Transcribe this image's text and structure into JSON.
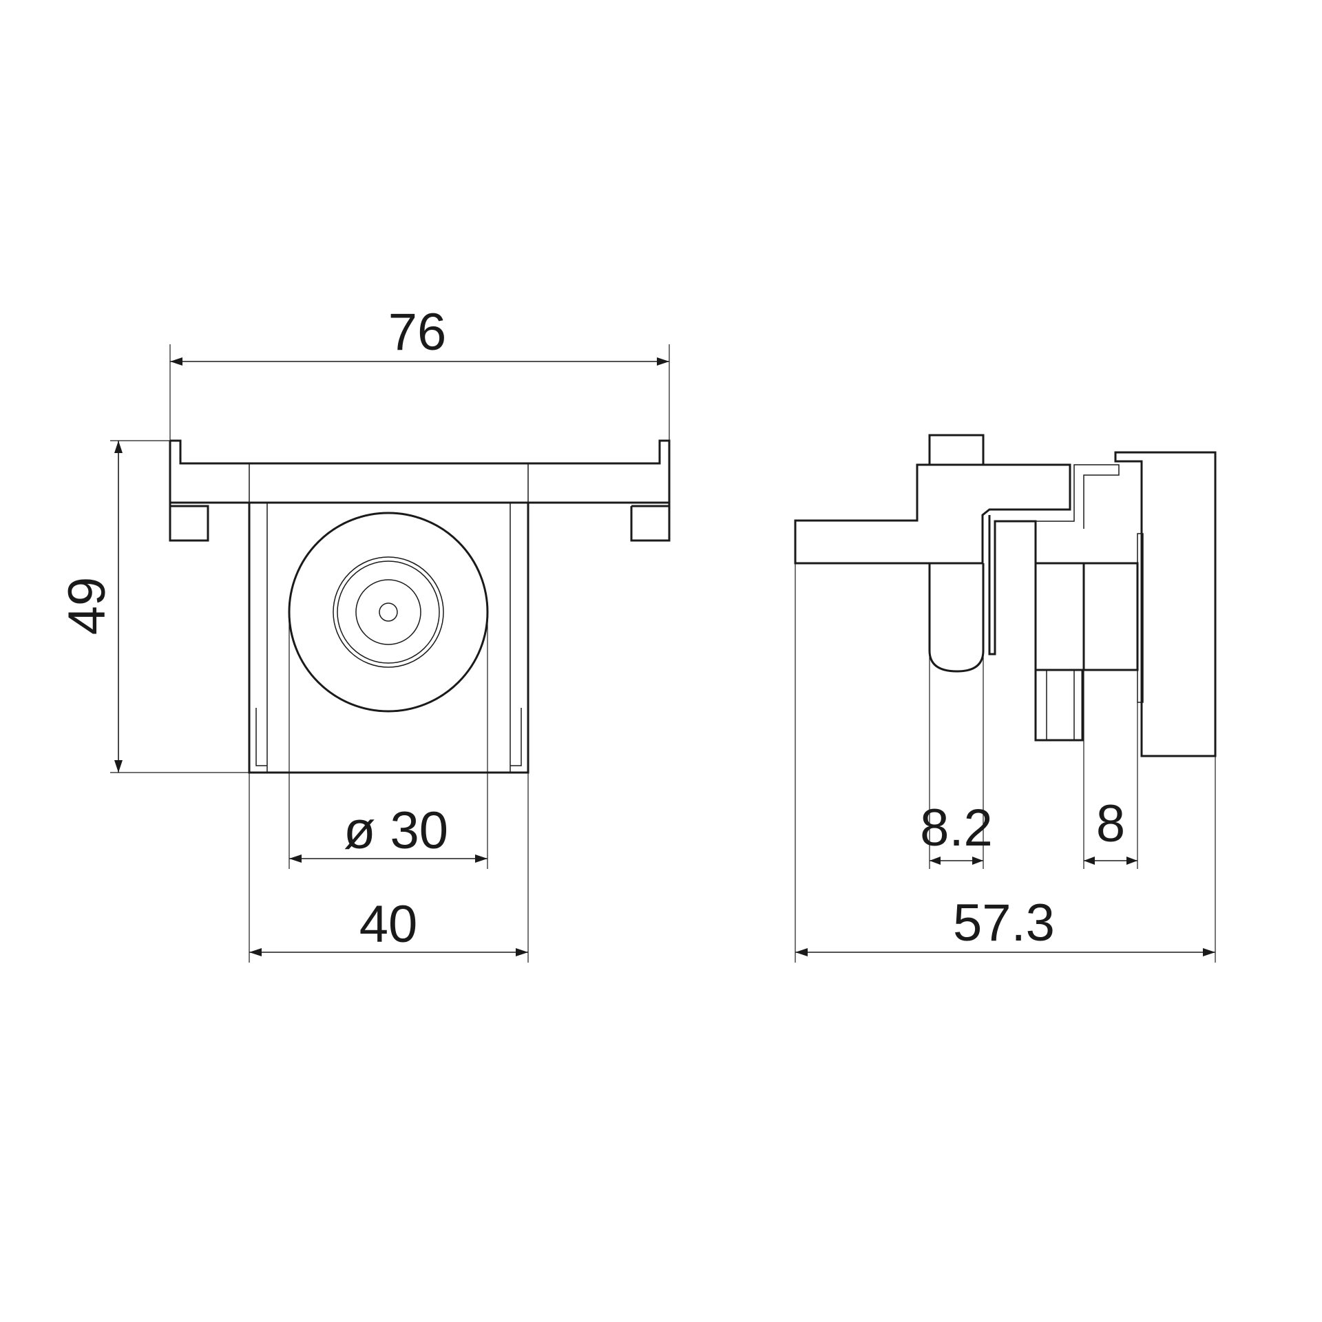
{
  "front_view": {
    "dimensions": {
      "overall_width": "76",
      "overall_height": "49",
      "diameter": "ø 30",
      "body_width": "40"
    }
  },
  "side_view": {
    "dimensions": {
      "pin_width": "8.2",
      "plate_gap": "8",
      "overall_depth": "57.3"
    }
  }
}
